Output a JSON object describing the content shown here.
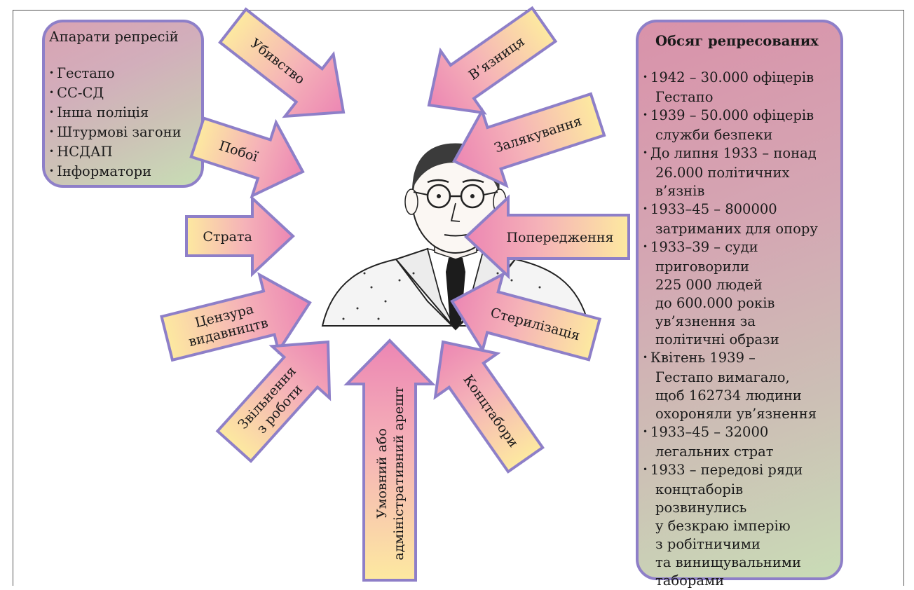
{
  "left_panel": {
    "title": "Апарати репресій",
    "items": [
      "Гестапо",
      "СС-СД",
      "Інша поліція",
      "Штурмові загони",
      "НСДАП",
      "Інформатори"
    ]
  },
  "right_panel": {
    "title": "Обсяг репресованих",
    "lines": [
      {
        "bullet": true,
        "text": "1942 – 30.000 офіцерів"
      },
      {
        "bullet": false,
        "text": "Гестапо"
      },
      {
        "bullet": true,
        "text": "1939 – 50.000 офіцерів"
      },
      {
        "bullet": false,
        "text": "служби безпеки"
      },
      {
        "bullet": true,
        "text": "До липня 1933 – понад"
      },
      {
        "bullet": false,
        "text": "26.000 політичних"
      },
      {
        "bullet": false,
        "text": "в’язнів"
      },
      {
        "bullet": true,
        "text": "1933–45 – 800000"
      },
      {
        "bullet": false,
        "text": "затриманих для опору"
      },
      {
        "bullet": true,
        "text": "1933–39 – суди"
      },
      {
        "bullet": false,
        "text": "приговорили"
      },
      {
        "bullet": false,
        "text": "225 000 людей"
      },
      {
        "bullet": false,
        "text": "до 600.000 років"
      },
      {
        "bullet": false,
        "text": "ув’язнення за"
      },
      {
        "bullet": false,
        "text": "політичні образи"
      },
      {
        "bullet": true,
        "text": "Квітень 1939 –"
      },
      {
        "bullet": false,
        "text": "Гестапо вимагало,"
      },
      {
        "bullet": false,
        "text": "щоб 162734 людини"
      },
      {
        "bullet": false,
        "text": "охороняли ув’язнення"
      },
      {
        "bullet": true,
        "text": "1933–45 – 32000"
      },
      {
        "bullet": false,
        "text": "легальних страт"
      },
      {
        "bullet": true,
        "text": "1933 – передові ряди"
      },
      {
        "bullet": false,
        "text": "концтаборів"
      },
      {
        "bullet": false,
        "text": "розвинулись"
      },
      {
        "bullet": false,
        "text": "у безкраю імперію"
      },
      {
        "bullet": false,
        "text": "з робітничими"
      },
      {
        "bullet": false,
        "text": "та винищувальними"
      },
      {
        "bullet": false,
        "text": "таборами"
      }
    ]
  },
  "arrows": [
    {
      "id": "vbyvstvo",
      "lines": [
        "Убивство"
      ]
    },
    {
      "id": "vyaznytsia",
      "lines": [
        "В’язниця"
      ]
    },
    {
      "id": "poboi",
      "lines": [
        "Побої"
      ]
    },
    {
      "id": "zalyakuvannia",
      "lines": [
        "Залякування"
      ]
    },
    {
      "id": "strata",
      "lines": [
        "Страта"
      ]
    },
    {
      "id": "poperedzhennia",
      "lines": [
        "Попередження"
      ]
    },
    {
      "id": "tsenzura",
      "lines": [
        "Цензура",
        "видавництв"
      ]
    },
    {
      "id": "sterylizatsiia",
      "lines": [
        "Стерилізація"
      ]
    },
    {
      "id": "zvilnennia",
      "lines": [
        "Звільнення",
        "з роботи"
      ]
    },
    {
      "id": "aresht",
      "lines": [
        "Умовний або",
        "адміністративний арешт"
      ]
    },
    {
      "id": "kontstabory",
      "lines": [
        "Концтабори"
      ]
    }
  ],
  "colors": {
    "arrow_outline": "#8e7fc8",
    "arrow_tail": "#fde9a0",
    "arrow_head": "#ec86b3",
    "panel_top": "#d992aa",
    "panel_bottom": "#c9dcb6"
  },
  "portrait": {
    "icon": "man-portrait-illustration"
  }
}
